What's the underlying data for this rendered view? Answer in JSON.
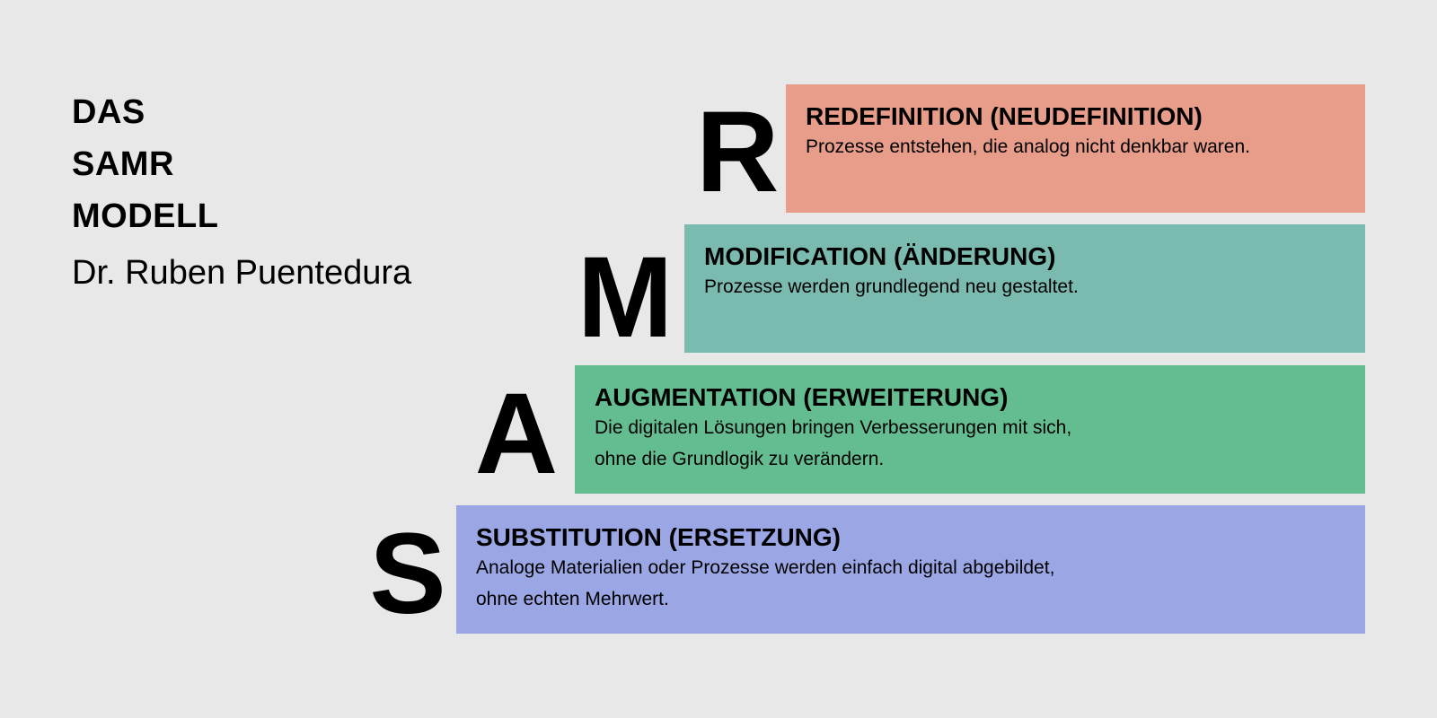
{
  "title": {
    "line1": "DAS",
    "line2": "SAMR",
    "line3": "MODELL",
    "author": "Dr. Ruben Puentedura"
  },
  "levels": [
    {
      "letter": "R",
      "heading": "REDEFINITION (NEUDEFINITION)",
      "lines": [
        "Prozesse entstehen, die analog nicht denkbar waren."
      ],
      "color": "#e89d8a"
    },
    {
      "letter": "M",
      "heading": "MODIFICATION (ÄNDERUNG)",
      "lines": [
        "Prozesse werden grundlegend neu gestaltet."
      ],
      "color": "#7bbaaf"
    },
    {
      "letter": "A",
      "heading": "AUGMENTATION (ERWEITERUNG)",
      "lines": [
        "Die digitalen Lösungen bringen Verbesserungen mit sich,",
        "ohne die Grundlogik zu verändern."
      ],
      "color": "#64bd91"
    },
    {
      "letter": "S",
      "heading": "SUBSTITUTION (ERSETZUNG)",
      "lines": [
        "Analoge Materialien oder Prozesse werden einfach digital abgebildet,",
        "ohne echten Mehrwert."
      ],
      "color": "#9ba7e5"
    }
  ]
}
